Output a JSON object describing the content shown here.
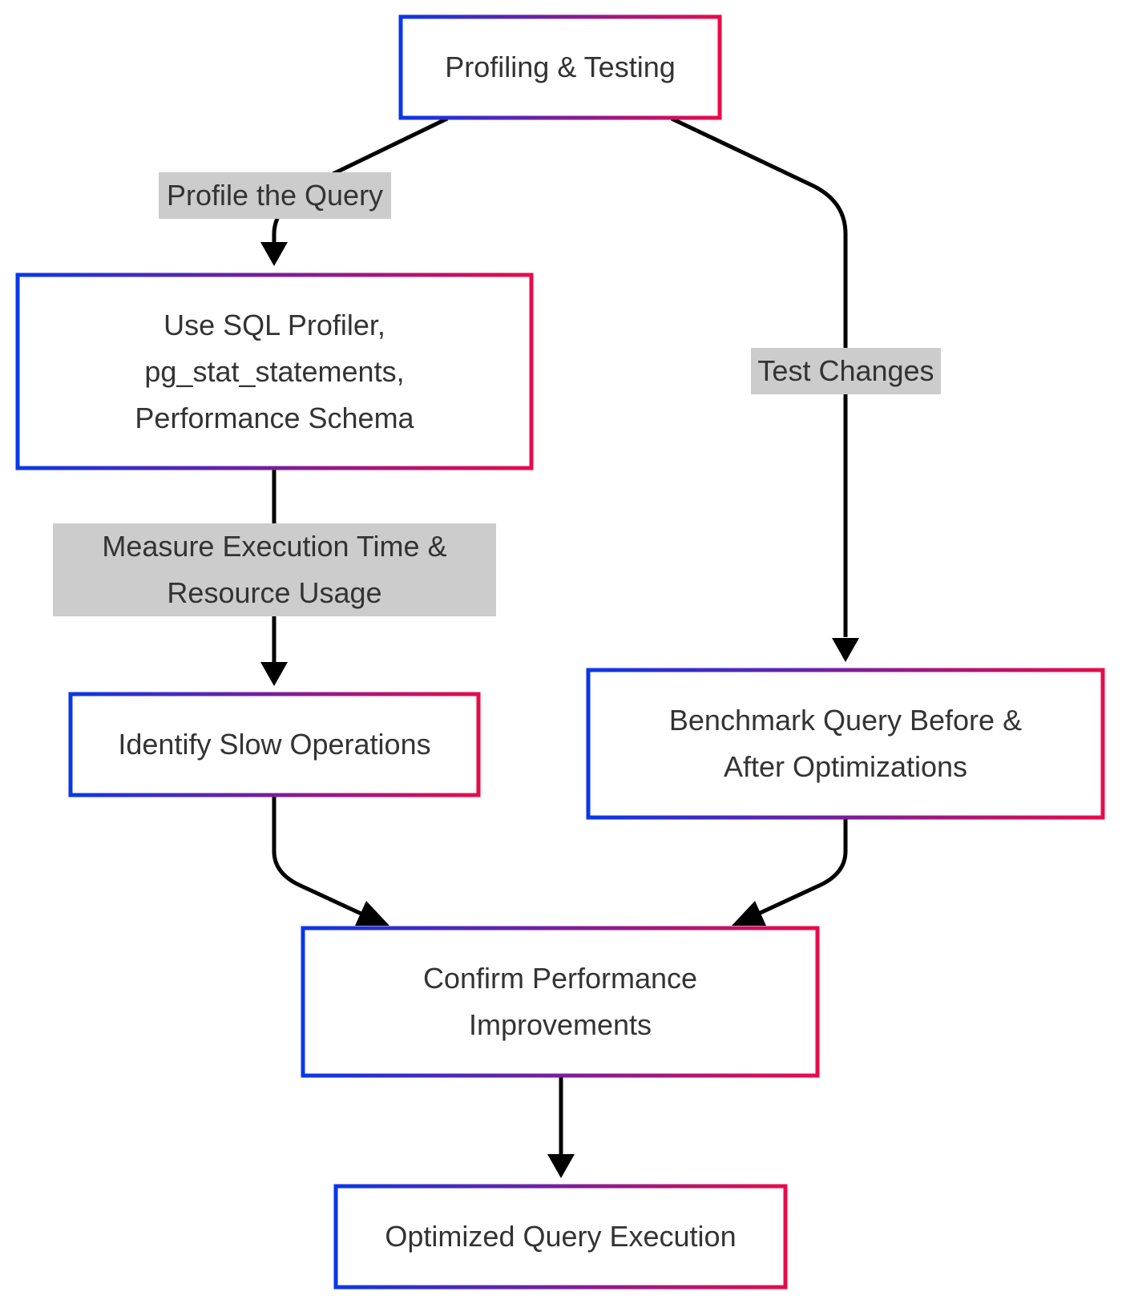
{
  "colors": {
    "border_start": "#0b36e8",
    "border_mid": "#7a1e9a",
    "border_end": "#e80b4a",
    "edge": "#000000",
    "label_background": "#cccccc",
    "text": "#333333"
  },
  "nodes": {
    "profiling_testing": "Profiling & Testing",
    "use_sql_profiler": "Use SQL Profiler,\npg_stat_statements,\nPerformance Schema",
    "identify_slow_operations": "Identify Slow Operations",
    "benchmark_query": "Benchmark Query Before &\nAfter Optimizations",
    "confirm_performance": "Confirm Performance\nImprovements",
    "optimized_query_execution": "Optimized Query Execution"
  },
  "edge_labels": {
    "profile_the_query": "Profile the Query",
    "test_changes": "Test Changes",
    "measure_execution": "Measure Execution Time &\nResource Usage"
  },
  "edges": [
    {
      "from": "profiling_testing",
      "to": "use_sql_profiler",
      "label": "profile_the_query"
    },
    {
      "from": "profiling_testing",
      "to": "benchmark_query",
      "label": "test_changes"
    },
    {
      "from": "use_sql_profiler",
      "to": "identify_slow_operations",
      "label": "measure_execution"
    },
    {
      "from": "identify_slow_operations",
      "to": "confirm_performance",
      "label": ""
    },
    {
      "from": "benchmark_query",
      "to": "confirm_performance",
      "label": ""
    },
    {
      "from": "confirm_performance",
      "to": "optimized_query_execution",
      "label": ""
    }
  ]
}
